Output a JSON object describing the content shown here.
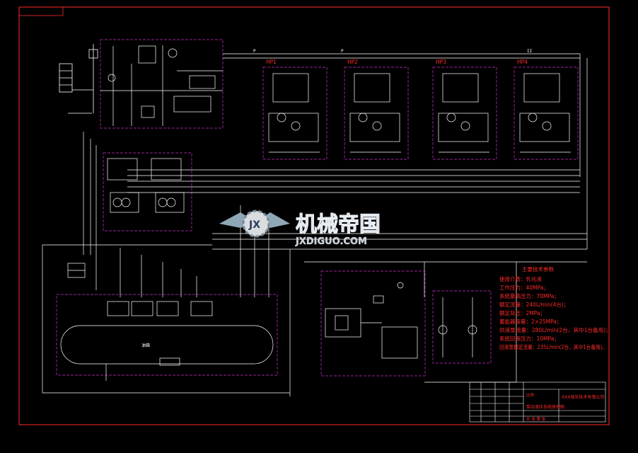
{
  "watermark": {
    "cn": "机械帝国",
    "url": "JXDIGUO.COM",
    "logo_letters": "JX"
  },
  "pumps": [
    {
      "label": "HP1"
    },
    {
      "label": "HP2"
    },
    {
      "label": "HP3"
    },
    {
      "label": "HP4"
    }
  ],
  "bus_labels": {
    "p_left": "P",
    "p_mid": "P",
    "p_right": "II"
  },
  "params": {
    "title": "主要技术参数",
    "lines": [
      "使用介质：乳化液",
      "工作压力：40MPa；",
      "系统最高压力：70MPa；",
      "额定流量：240L/min(4台)；",
      "额定背压：2MPa；",
      "蓄能器容量：2×25MPa；",
      "供液泵流量：280L/min(2台，其中1台备用)；",
      "系统回液压力：10MPa；",
      "回液泵额定流量：235L/min(2台，其中1台备用)。"
    ]
  },
  "title_block": {
    "drawing_name": "泵站液压系统原理图",
    "company": "XXX液压技术有限公司",
    "scale_label": "比例",
    "sheet_label": "共 张 第 张"
  },
  "tank_label": "油箱",
  "colors": {
    "line": "#ffffff",
    "box": "#cc33cc",
    "text_red": "#ff2a2a",
    "frame": "#ff2a2a",
    "bg": "#000000"
  }
}
